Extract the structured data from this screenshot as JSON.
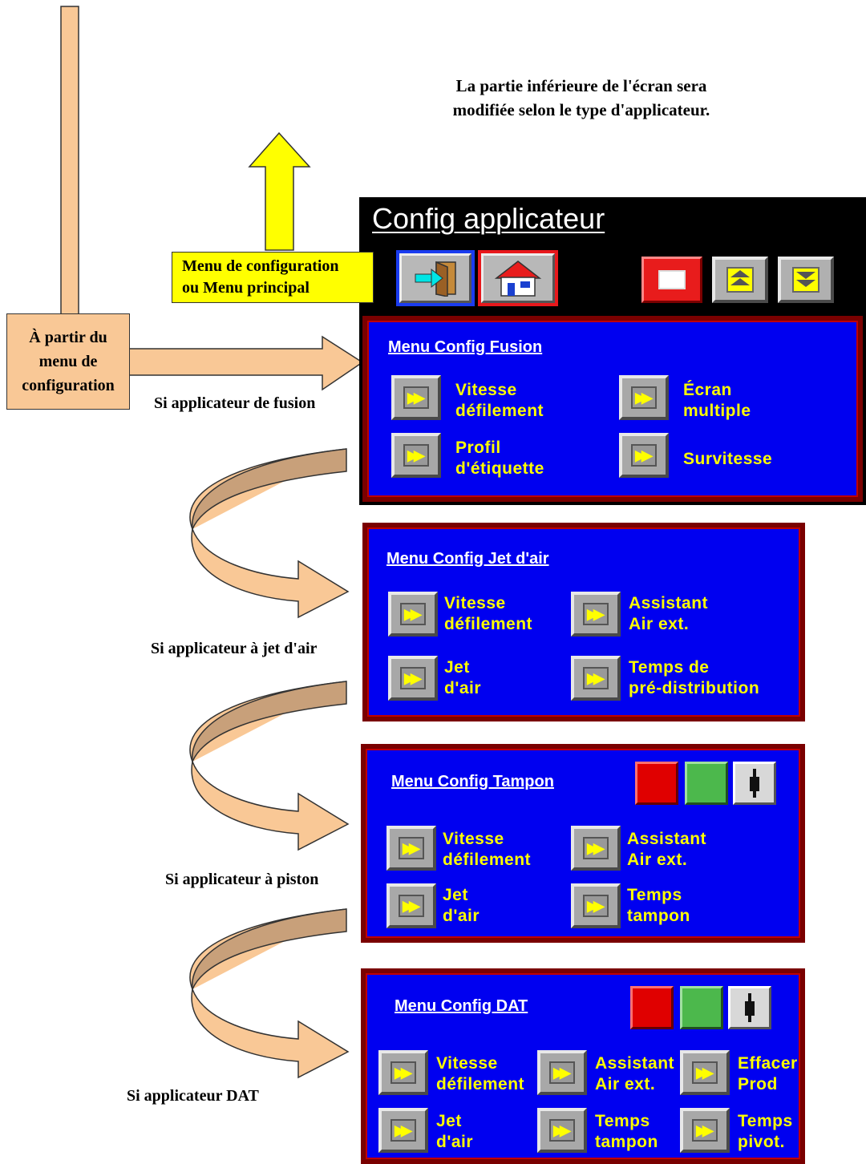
{
  "top_note": {
    "line1": "La partie inférieure de l'écran sera",
    "line2": "modifiée selon le type d'applicateur."
  },
  "yellow_callout": {
    "line1": "Menu de configuration",
    "line2": "ou Menu principal"
  },
  "orange_callout": {
    "line1": "À partir du",
    "line2": "menu de",
    "line3": "configuration"
  },
  "header": {
    "title": "Config applicateur"
  },
  "conditions": {
    "fusion": "Si applicateur de fusion",
    "jet": "Si applicateur à jet d'air",
    "piston": "Si applicateur à piston",
    "dat": "Si applicateur DAT"
  },
  "panels": {
    "fusion": {
      "title": "Menu Config Fusion",
      "b1": "Vitesse\ndéfilement",
      "b2": "Écran\nmultiple",
      "b3": "Profil\nd'étiquette",
      "b4": "Survitesse"
    },
    "jet": {
      "title": "Menu Config Jet d'air",
      "b1": "Vitesse\ndéfilement",
      "b2": "Assistant\nAir ext.",
      "b3": "Jet\nd'air",
      "b4": "Temps de\npré-distribution"
    },
    "tampon": {
      "title": "Menu Config Tampon",
      "b1": "Vitesse\ndéfilement",
      "b2": "Assistant\nAir ext.",
      "b3": "Jet\nd'air",
      "b4": "Temps\ntampon"
    },
    "dat": {
      "title": "Menu Config DAT",
      "b1": "Vitesse\ndéfilement",
      "b2": "Assistant\nAir ext.",
      "b3": "Effacer\nProd",
      "b4": "Jet\nd'air",
      "b5": "Temps\ntampon",
      "b6": "Temps\npivot."
    }
  },
  "colors": {
    "panel_blue": "#0000f0",
    "label_yellow": "#ffff00",
    "arrow_tan": "#f9c896",
    "curve_dark": "#c8a07a",
    "callout_yellow": "#ffff00"
  }
}
